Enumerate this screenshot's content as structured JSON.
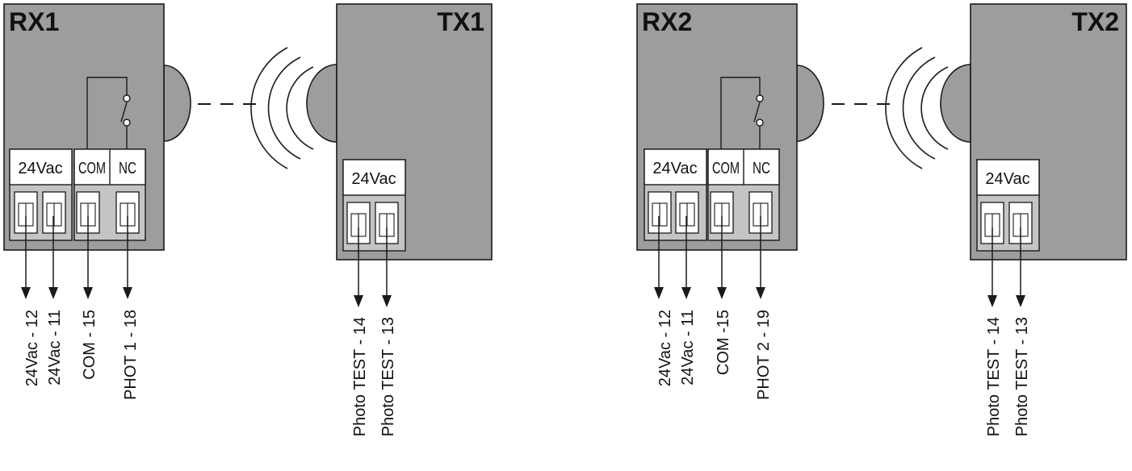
{
  "units": [
    {
      "title": "RX1",
      "terminals": [
        "24Vac",
        "COM",
        "NC"
      ],
      "wire_labels": [
        "24Vac - 12",
        "24Vac - 11",
        "COM - 15",
        "PHOT 1 - 18"
      ]
    },
    {
      "title": "TX1",
      "terminals": [
        "24Vac"
      ],
      "wire_labels": [
        "Photo TEST - 14",
        "Photo TEST - 13"
      ]
    },
    {
      "title": "RX2",
      "terminals": [
        "24Vac",
        "COM",
        "NC"
      ],
      "wire_labels": [
        "24Vac - 12",
        "24Vac - 11",
        "COM -15",
        "PHOT 2 - 19"
      ]
    },
    {
      "title": "TX2",
      "terminals": [
        "24Vac"
      ],
      "wire_labels": [
        "Photo TEST - 14",
        "Photo TEST - 13"
      ]
    }
  ]
}
